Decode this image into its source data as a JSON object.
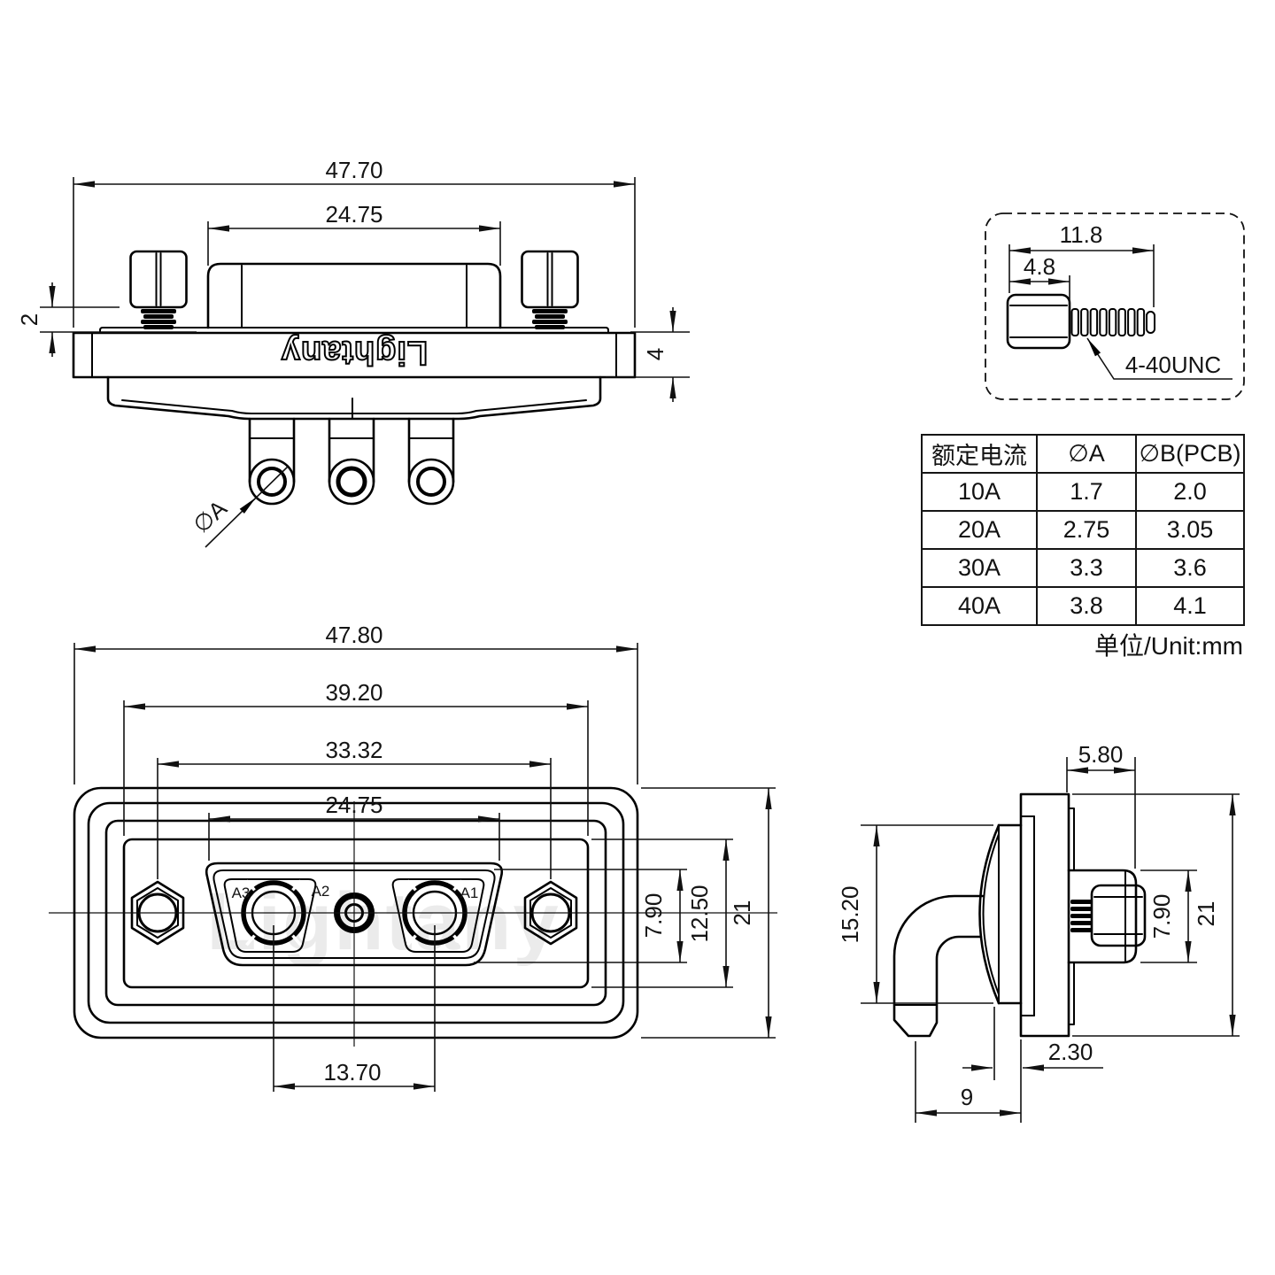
{
  "brand": "Lightany",
  "watermark": "Lightany",
  "unit_note": "单位/Unit:mm",
  "dims": {
    "top_overall_width": "47.70",
    "top_shell_width": "24.75",
    "top_screw_gap": "2",
    "top_flange_thickness": "4",
    "top_pin_dia": "∅A",
    "screw_overall": "11.8",
    "screw_head": "4.8",
    "screw_thread": "4-40UNC",
    "front_overall_width": "47.80",
    "front_flange_width": "39.20",
    "front_mount_spacing": "33.32",
    "front_shell_width": "24.75",
    "front_contact_spacing": "13.70",
    "front_insert_height": "7.90",
    "front_panel_height": "12.50",
    "front_overall_height": "21",
    "side_shell_depth": "5.80",
    "side_body_height": "15.20",
    "side_screw_height": "7.90",
    "side_overall_height": "21",
    "side_boot_offset": "2.30",
    "side_pin_to_flange": "9"
  },
  "contacts": {
    "a1": "A1",
    "a2": "A2",
    "a3": "A3"
  },
  "table": {
    "headers": [
      "额定电流",
      "∅A",
      "∅B(PCB)"
    ],
    "rows": [
      [
        "10A",
        "1.7",
        "2.0"
      ],
      [
        "20A",
        "2.75",
        "3.05"
      ],
      [
        "30A",
        "3.3",
        "3.6"
      ],
      [
        "40A",
        "3.8",
        "4.1"
      ]
    ]
  }
}
